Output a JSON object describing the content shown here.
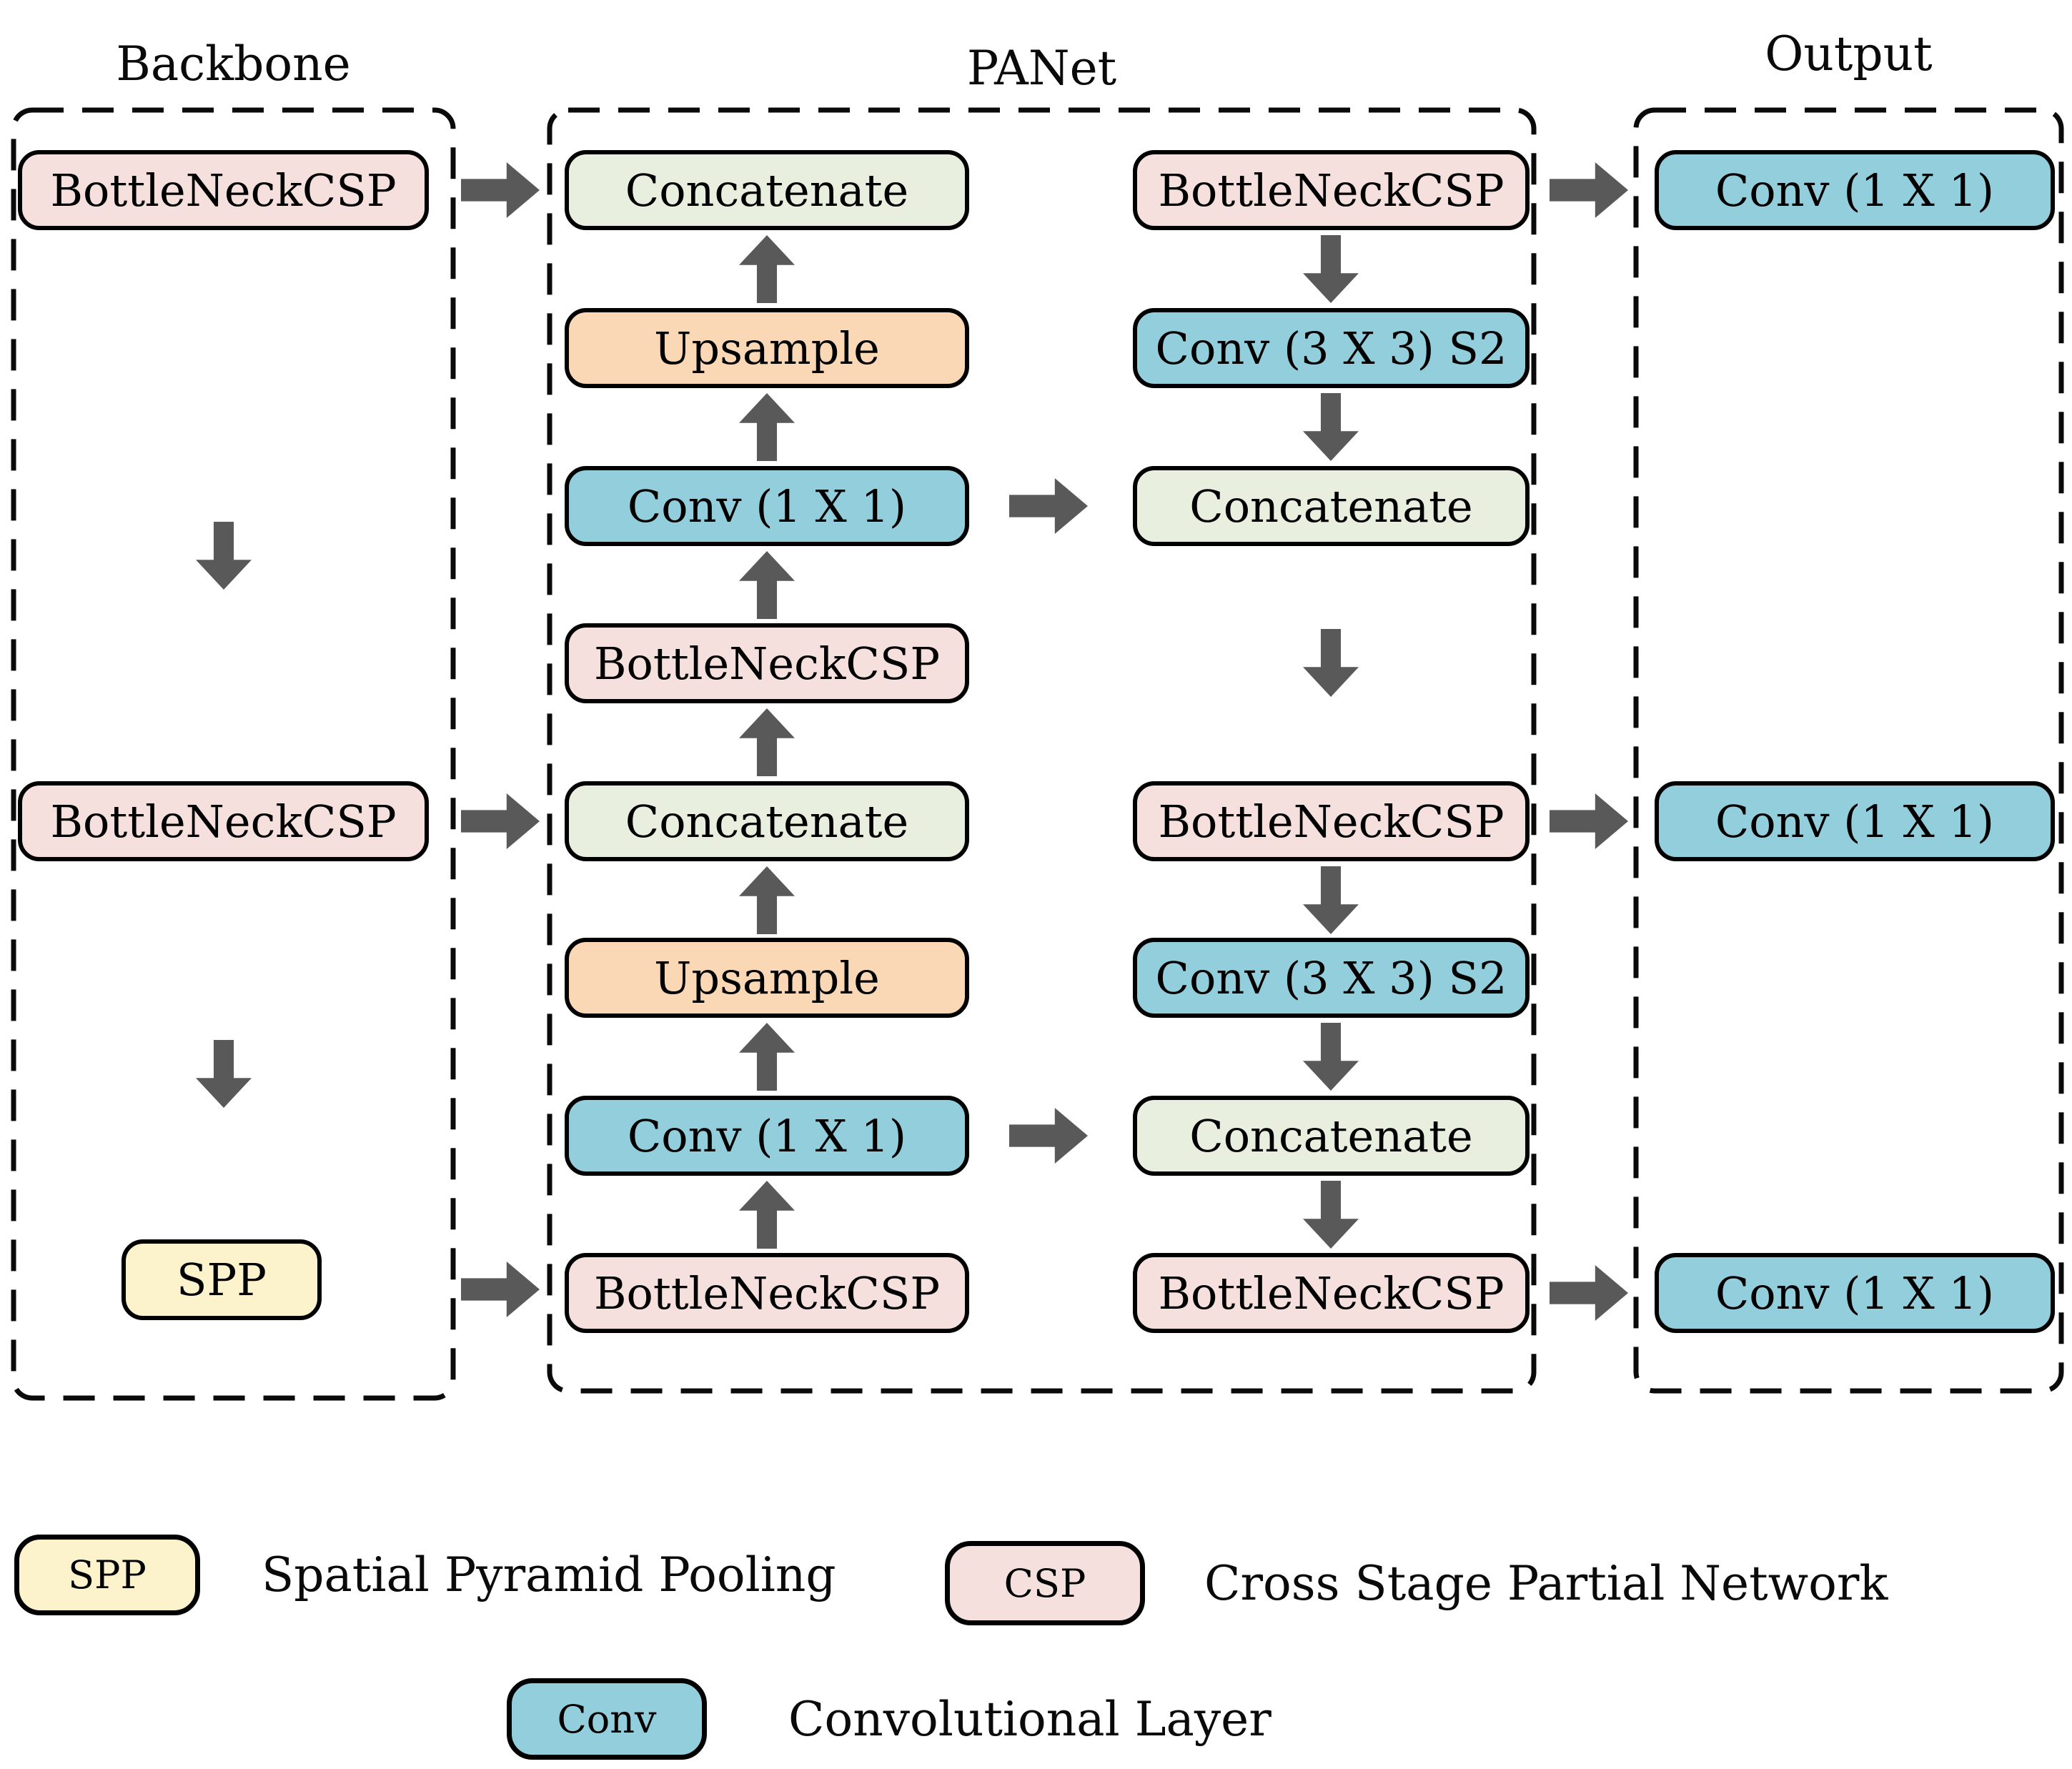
{
  "titles": {
    "backbone": "Backbone",
    "panet": "PANet",
    "output": "Output"
  },
  "backbone": {
    "top": "BottleNeckCSP",
    "middle": "BottleNeckCSP",
    "spp": "SPP"
  },
  "panet": {
    "left": [
      "Concatenate",
      "Upsample",
      "Conv (1 X 1)",
      "BottleNeckCSP",
      "Concatenate",
      "Upsample",
      "Conv (1 X 1)",
      "BottleNeckCSP"
    ],
    "right": [
      "BottleNeckCSP",
      "Conv (3 X 3) S2",
      "Concatenate",
      "BottleNeckCSP",
      "Conv (3 X 3) S2",
      "Concatenate",
      "BottleNeckCSP"
    ]
  },
  "output": {
    "blocks": [
      "Conv (1 X 1)",
      "Conv (1 X 1)",
      "Conv (1 X 1)"
    ]
  },
  "legend": {
    "items": [
      {
        "badge": "SPP",
        "text": "Spatial Pyramid Pooling"
      },
      {
        "badge": "CSP",
        "text": "Cross Stage Partial Network"
      },
      {
        "badge": "Conv",
        "text": "Convolutional Layer"
      }
    ]
  },
  "colors": {
    "csp_block": "#f5e0dd",
    "concatenate_block": "#e8efde",
    "upsample_block": "#fad8b5",
    "conv_block": "#93cedd",
    "spp_block": "#fcf2cc",
    "arrow": "#595959",
    "border": "#000000"
  }
}
